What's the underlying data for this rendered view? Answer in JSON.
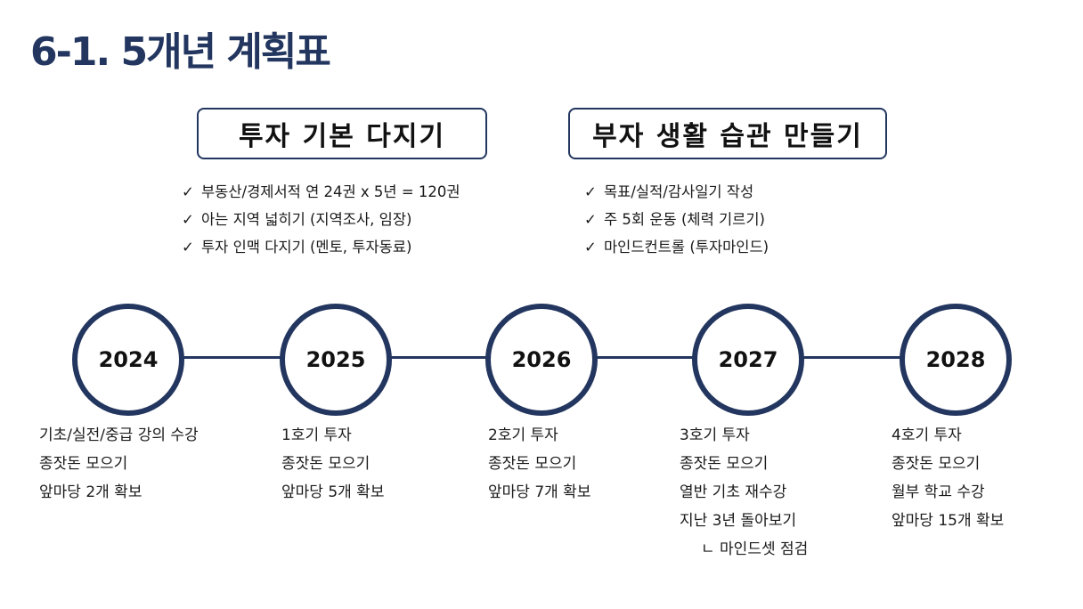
{
  "page": {
    "title": "6-1. 5개년 계획표"
  },
  "goals": [
    {
      "label": "투자 기본 다지기",
      "items": [
        "부동산/경제서적 연 24권 x 5년 = 120권",
        "아는 지역 넓히기 (지역조사, 임장)",
        "투자 인맥 다지기 (멘토, 투자동료)"
      ]
    },
    {
      "label": "부자 생활 습관 만들기",
      "items": [
        "목표/실적/감사일기 작성",
        "주 5회 운동 (체력 기르기)",
        "마인드컨트롤 (투자마인드)"
      ]
    }
  ],
  "check_symbol": "✓",
  "timeline": [
    {
      "year": "2024",
      "tasks": [
        "기초/실전/중급 강의 수강",
        "종잣돈 모으기",
        "앞마당 2개 확보"
      ]
    },
    {
      "year": "2025",
      "tasks": [
        "1호기 투자",
        "종잣돈 모으기",
        "앞마당 5개 확보"
      ]
    },
    {
      "year": "2026",
      "tasks": [
        "2호기 투자",
        "종잣돈 모으기",
        "앞마당 7개 확보"
      ]
    },
    {
      "year": "2027",
      "tasks": [
        "3호기 투자",
        "종잣돈 모으기",
        "열반 기초 재수강",
        "지난 3년 돌아보기",
        "ㄴ 마인드셋 점검"
      ]
    },
    {
      "year": "2028",
      "tasks": [
        "4호기 투자",
        "종잣돈 모으기",
        "월부 학교 수강",
        "앞마당 15개 확보"
      ]
    }
  ],
  "colors": {
    "accent": "#23365f"
  }
}
